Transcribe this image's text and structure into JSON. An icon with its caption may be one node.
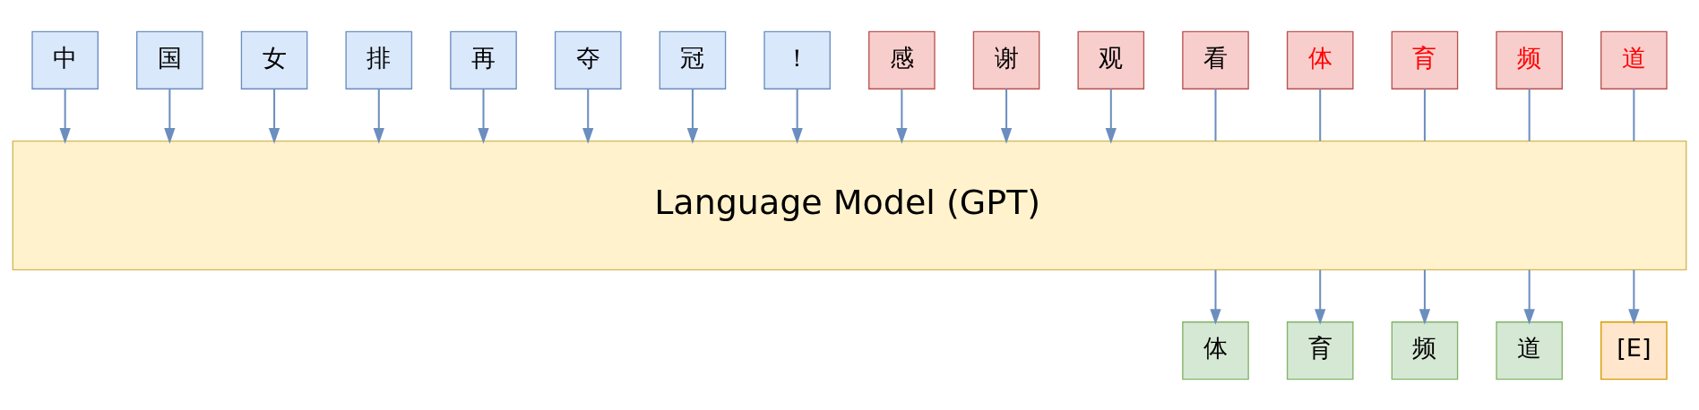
{
  "diagram": {
    "nodes": [
      {
        "text": [
          "中"
        ]
      },
      {
        "text": [
          "国"
        ]
      },
      {
        "text": [
          "女"
        ]
      },
      {
        "text": [
          "排"
        ]
      },
      {
        "text": [
          "再"
        ]
      },
      {
        "text": [
          "夺"
        ]
      },
      {
        "text": [
          "冠"
        ]
      },
      {
        "text": [
          "！"
        ]
      },
      {
        "text": [
          "感"
        ]
      },
      {
        "text": [
          "谢"
        ]
      },
      {
        "text": [
          "观"
        ]
      },
      {
        "text": [
          "看"
        ]
      },
      {
        "text": [
          "体"
        ]
      },
      {
        "text": [
          "育"
        ]
      },
      {
        "text": [
          "频"
        ]
      },
      {
        "text": [
          "道"
        ]
      },
      {
        "text": [
          "Language Model (GPT)"
        ]
      },
      {
        "text": [
          "体"
        ]
      },
      {
        "text": [
          "育"
        ]
      },
      {
        "text": [
          "频"
        ]
      },
      {
        "text": [
          "道"
        ]
      },
      {
        "text": [
          "[E]"
        ]
      }
    ],
    "edges": [
      {
        "from": 0,
        "to": 16,
        "arrow": "to"
      },
      {
        "from": 1,
        "to": 16,
        "arrow": "to"
      },
      {
        "from": 2,
        "to": 16,
        "arrow": "to"
      },
      {
        "from": 3,
        "to": 16,
        "arrow": "to"
      },
      {
        "from": 4,
        "to": 16,
        "arrow": "to"
      },
      {
        "from": 5,
        "to": 16,
        "arrow": "to"
      },
      {
        "from": 6,
        "to": 16,
        "arrow": "to"
      },
      {
        "from": 7,
        "to": 16,
        "arrow": "to"
      },
      {
        "from": 8,
        "to": 16,
        "arrow": "to"
      },
      {
        "from": 9,
        "to": 16,
        "arrow": "to"
      },
      {
        "from": 10,
        "to": 16,
        "arrow": "to"
      },
      {
        "from": 11,
        "to": 16,
        "arrow": "none"
      },
      {
        "from": 12,
        "to": 16,
        "arrow": "none"
      },
      {
        "from": 13,
        "to": 16,
        "arrow": "none"
      },
      {
        "from": 14,
        "to": 16,
        "arrow": "none"
      },
      {
        "from": 15,
        "to": 16,
        "arrow": "none"
      },
      {
        "from": 16,
        "to": 17,
        "arrow": "to"
      },
      {
        "from": 16,
        "to": 18,
        "arrow": "to"
      },
      {
        "from": 16,
        "to": 19,
        "arrow": "to"
      },
      {
        "from": 16,
        "to": 20,
        "arrow": "to"
      },
      {
        "from": 16,
        "to": 21,
        "arrow": "to"
      }
    ]
  }
}
